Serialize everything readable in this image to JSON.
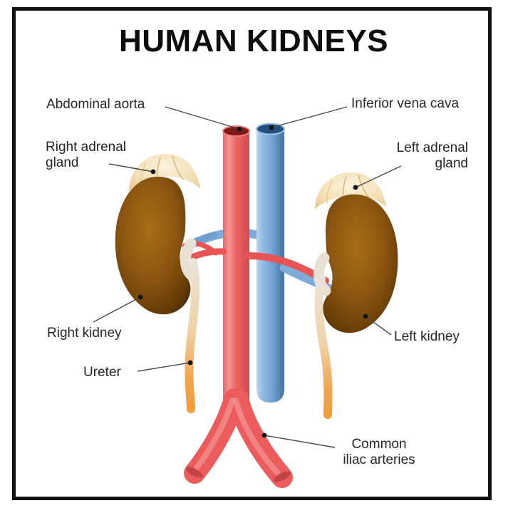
{
  "title": "HUMAN KIDNEYS",
  "labels": {
    "abdominal_aorta": "Abdominal aorta",
    "inferior_vena_cava": "Inferior vena cava",
    "right_adrenal_gland": {
      "line1": "Right adrenal",
      "line2": "gland"
    },
    "left_adrenal_gland": {
      "line1": "Left adrenal",
      "line2": "gland"
    },
    "right_kidney": "Right kidney",
    "left_kidney": "Left kidney",
    "ureter": "Ureter",
    "common_iliac_arteries": {
      "line1": "Common",
      "line2": "iliac arteries"
    }
  },
  "colors": {
    "artery_red": "#ec5c5c",
    "vein_blue": "#7aa9d9",
    "kidney_brown": "#8a5510",
    "adrenal_tan": "#f3dfb4",
    "ureter_orange": "#f0a04a",
    "frame_border": "#111111",
    "label_text": "#262626"
  }
}
